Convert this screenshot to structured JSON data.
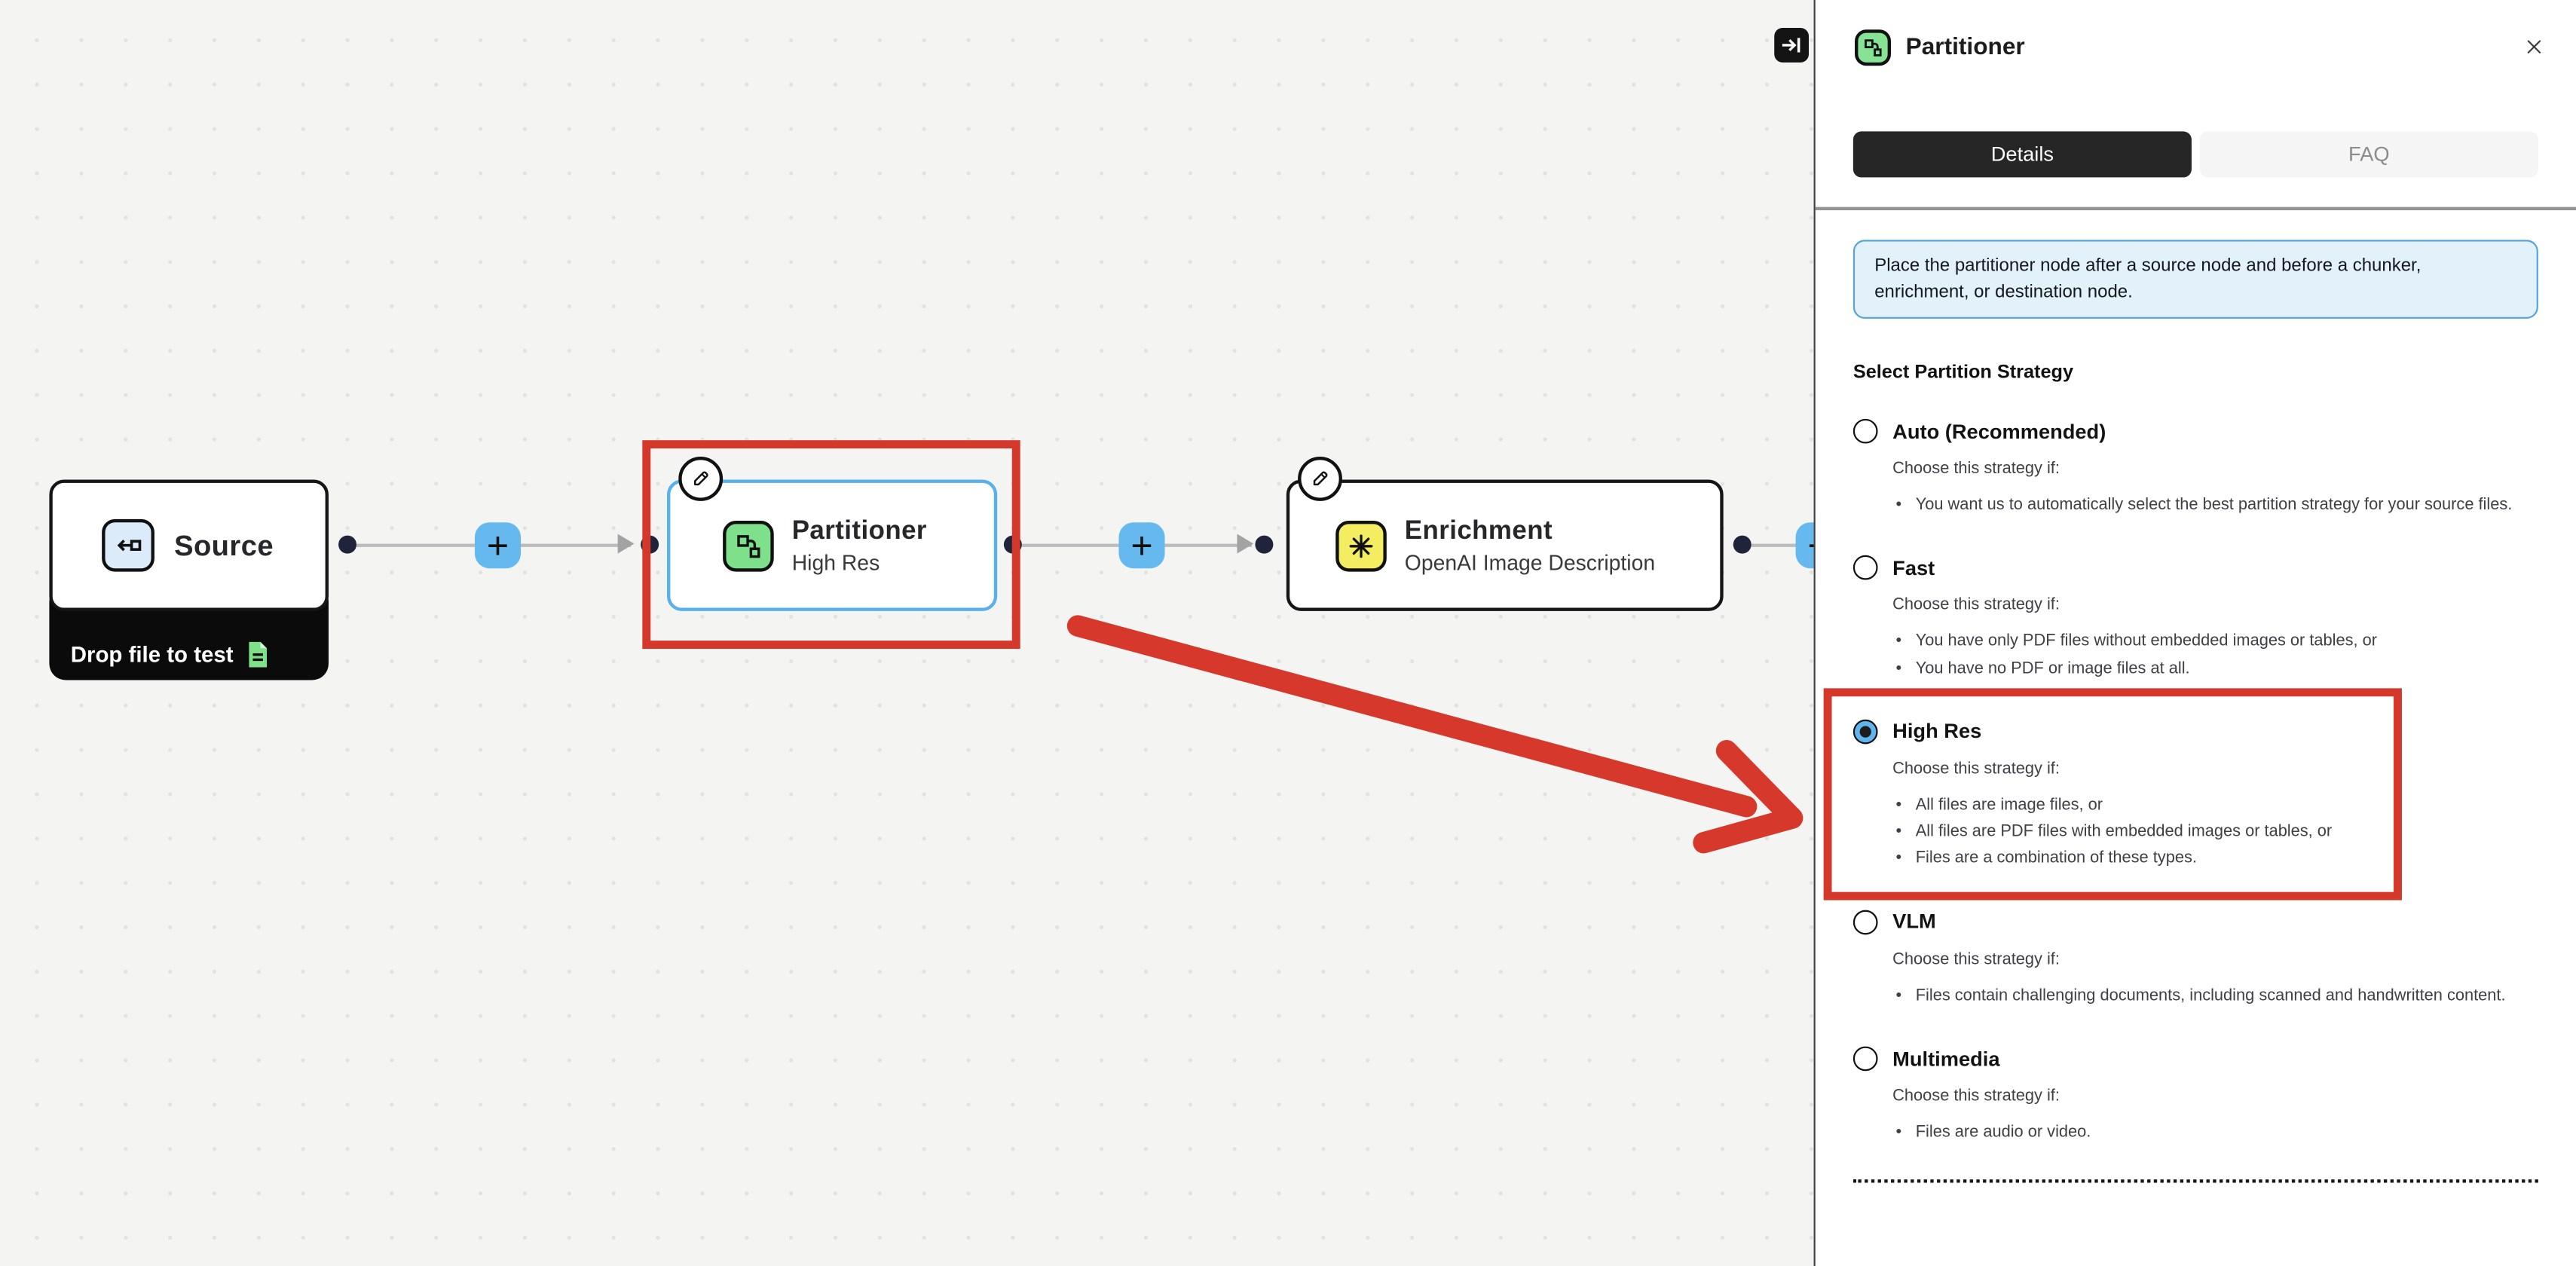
{
  "canvas": {
    "collapse_button": {
      "icon": "collapse-panel-icon"
    },
    "nodes": [
      {
        "id": "source",
        "title": "Source",
        "footer": "Drop file to test"
      },
      {
        "id": "partitioner",
        "title": "Partitioner",
        "subtitle": "High Res",
        "selected": true
      },
      {
        "id": "enrichment",
        "title": "Enrichment",
        "subtitle": "OpenAI Image Description"
      }
    ]
  },
  "panel": {
    "title": "Partitioner",
    "tabs": [
      {
        "label": "Details",
        "active": true
      },
      {
        "label": "FAQ",
        "active": false
      }
    ],
    "info": "Place the partitioner node after a source node and before a chunker, enrichment, or destination node.",
    "strategy_heading": "Select Partition Strategy",
    "choose_label": "Choose this strategy if:",
    "options": [
      {
        "label": "Auto (Recommended)",
        "selected": false,
        "bullets": [
          "You want us to automatically select the best partition strategy for your source files."
        ]
      },
      {
        "label": "Fast",
        "selected": false,
        "bullets": [
          "You have only PDF files without embedded images or tables, or",
          "You have no PDF or image files at all."
        ]
      },
      {
        "label": "High Res",
        "selected": true,
        "highlighted": true,
        "bullets": [
          "All files are image files, or",
          "All files are PDF files with embedded images or tables, or",
          "Files are a combination of these types."
        ]
      },
      {
        "label": "VLM",
        "selected": false,
        "bullets": [
          "Files contain challenging documents, including scanned and handwritten content."
        ]
      },
      {
        "label": "Multimedia",
        "selected": false,
        "bullets": [
          "Files are audio or video."
        ]
      }
    ]
  },
  "colors": {
    "canvas_bg": "#f4f4f3",
    "accent_blue": "#66b9ee",
    "selected_node_border": "#58b1ea",
    "info_bg": "#e3f1fb",
    "info_border": "#55a5da",
    "annotation_red": "#d4382a",
    "icon_green": "#7fe08c",
    "icon_yellow": "#f4ec61",
    "icon_blue": "#dcebfa",
    "tab_active_bg": "#262626",
    "footer_bg": "#0b0b0b",
    "port": "#20243a"
  }
}
